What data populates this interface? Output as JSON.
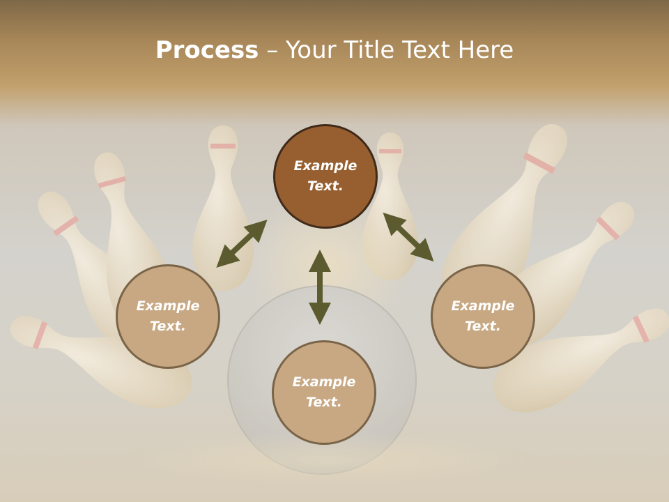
{
  "title": {
    "bold": "Process",
    "rest": " – Your Title Text Here"
  },
  "nodes": {
    "top": "Example Text.",
    "left": "Example Text.",
    "right": "Example Text.",
    "bottom": "Example Text."
  },
  "colors": {
    "node_fill": "#c7a883",
    "node_center_fill": "#975f2f",
    "arrow": "#5c5b2f",
    "header_band": "#b08d5e"
  },
  "icons": [
    "bowling-pins-illustration",
    "bowling-ball-illustration",
    "double-arrow-icon"
  ]
}
